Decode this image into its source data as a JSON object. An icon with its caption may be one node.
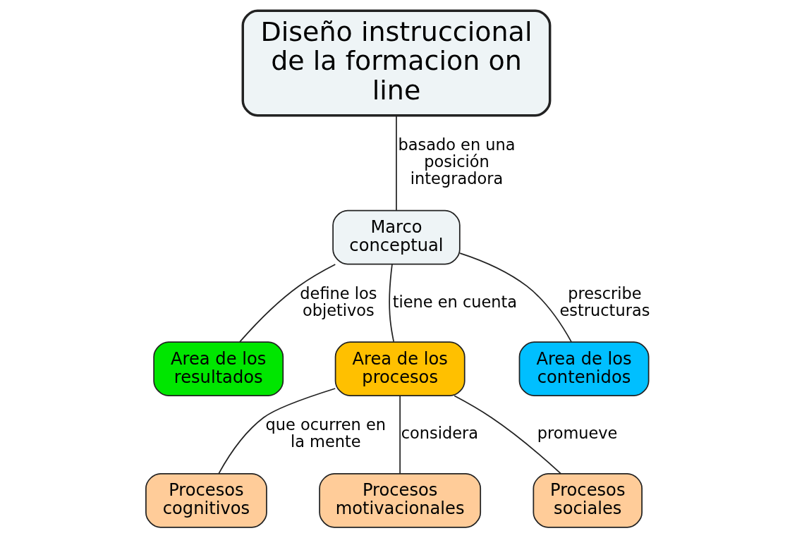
{
  "diagram": {
    "nodes": [
      {
        "text": [
          "Diseño instruccional de la formacion on line"
        ]
      },
      {
        "text": [
          "Marco conceptual"
        ]
      },
      {
        "text": [
          "Area de los resultados"
        ]
      },
      {
        "text": [
          "Area de los procesos"
        ]
      },
      {
        "text": [
          "Area de los contenidos"
        ]
      },
      {
        "text": [
          "Procesos cognitivos"
        ]
      },
      {
        "text": [
          "Procesos motivacionales"
        ]
      },
      {
        "text": [
          "Procesos sociales"
        ]
      }
    ],
    "edges": [
      {
        "from": 0,
        "to": 1,
        "arrow": "none",
        "label": "basado en una posición integradora"
      },
      {
        "from": 1,
        "to": 2,
        "arrow": "none",
        "label": "define los objetivos"
      },
      {
        "from": 1,
        "to": 3,
        "arrow": "none",
        "label": "tiene en cuenta"
      },
      {
        "from": 1,
        "to": 4,
        "arrow": "none",
        "label": "prescribe estructuras"
      },
      {
        "from": 3,
        "to": 5,
        "arrow": "none",
        "label": "que ocurren en la mente"
      },
      {
        "from": 3,
        "to": 6,
        "arrow": "none",
        "label": "considera"
      },
      {
        "from": 3,
        "to": 7,
        "arrow": "none",
        "label": "promueve"
      }
    ]
  }
}
